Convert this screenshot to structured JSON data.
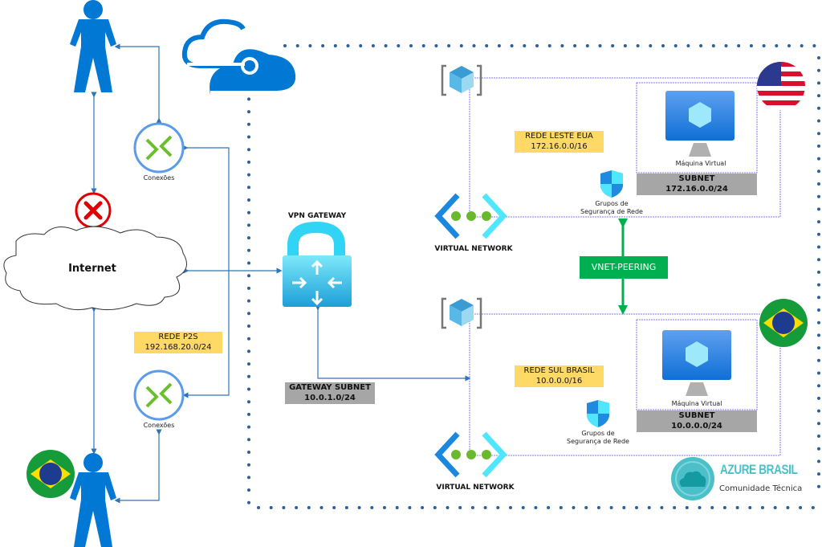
{
  "internet": {
    "label": "Internet"
  },
  "connections": {
    "top_label": "Conexões",
    "bottom_label": "Conexões"
  },
  "p2s": {
    "title": "REDE P2S",
    "cidr": "192.168.20.0/24"
  },
  "vpn_gateway": {
    "label": "VPN GATEWAY"
  },
  "gateway_subnet": {
    "title": "GATEWAY SUBNET",
    "cidr": "10.0.1.0/24"
  },
  "vnet_us": {
    "title": "REDE LESTE EUA",
    "cidr": "172.16.0.0/16",
    "vnet_label": "VIRTUAL NETWORK",
    "vm_label": "Máquina Virtual",
    "subnet_title": "SUBNET",
    "subnet_cidr": "172.16.0.0/24",
    "nsg_line1": "Grupos de",
    "nsg_line2": "Segurança de Rede",
    "flag": "usa"
  },
  "vnet_br": {
    "title": "REDE SUL BRASIL",
    "cidr": "10.0.0.0/16",
    "vnet_label": "VIRTUAL NETWORK",
    "vm_label": "Máquina Virtual",
    "subnet_title": "SUBNET",
    "subnet_cidr": "10.0.0.0/24",
    "nsg_line1": "Grupos de",
    "nsg_line2": "Segurança de Rede",
    "flag": "brazil"
  },
  "peering": {
    "label": "VNET-PEERING"
  },
  "logo": {
    "title": "AZURE BRASIL",
    "subtitle": "Comunidade Técnica"
  },
  "colors": {
    "azure_blue": "#0078d4",
    "line_blue": "#2e75b6",
    "peering_green": "#00b050",
    "label_yellow": "#fed966",
    "subnet_gray": "#a6a6a6",
    "blocked_red": "#e00000",
    "logo_teal": "#4bc0c8"
  }
}
